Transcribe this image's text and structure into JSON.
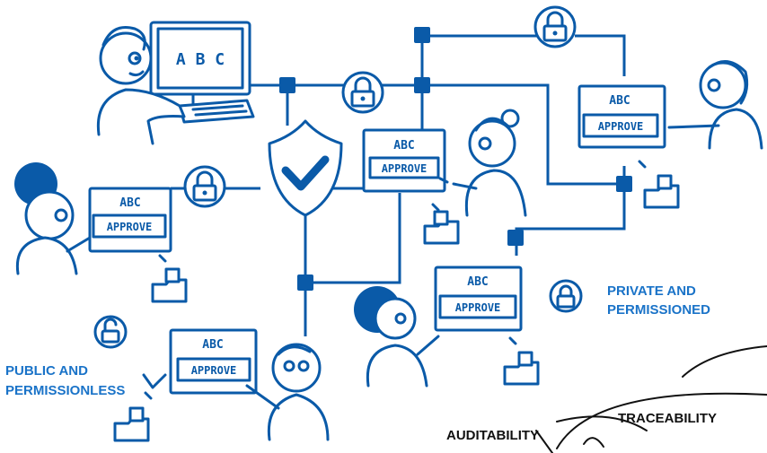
{
  "computer": {
    "screen_text": "A B C"
  },
  "documents": [
    {
      "id": "center",
      "header": "ABC",
      "button": "APPROVE"
    },
    {
      "id": "top-right",
      "header": "ABC",
      "button": "APPROVE"
    },
    {
      "id": "left",
      "header": "ABC",
      "button": "APPROVE"
    },
    {
      "id": "bottom-mid",
      "header": "ABC",
      "button": "APPROVE"
    },
    {
      "id": "bottom-left",
      "header": "ABC",
      "button": "APPROVE"
    }
  ],
  "legend": {
    "private_line1": "PRIVATE AND",
    "private_line2": "PERMISSIONED",
    "public_line1": "PUBLIC AND",
    "public_line2": "PERMISSIONLESS"
  },
  "labels": {
    "traceability": "TRACEABILITY",
    "auditability": "AUDITABILITY"
  },
  "icons": [
    "lock-icon",
    "unlock-icon",
    "shield-check-icon",
    "folder-icon",
    "computer-icon",
    "person-icon"
  ],
  "colors": {
    "ink": "#0a5aa8",
    "label_blue": "#1a73c8",
    "label_dark": "#111111"
  }
}
